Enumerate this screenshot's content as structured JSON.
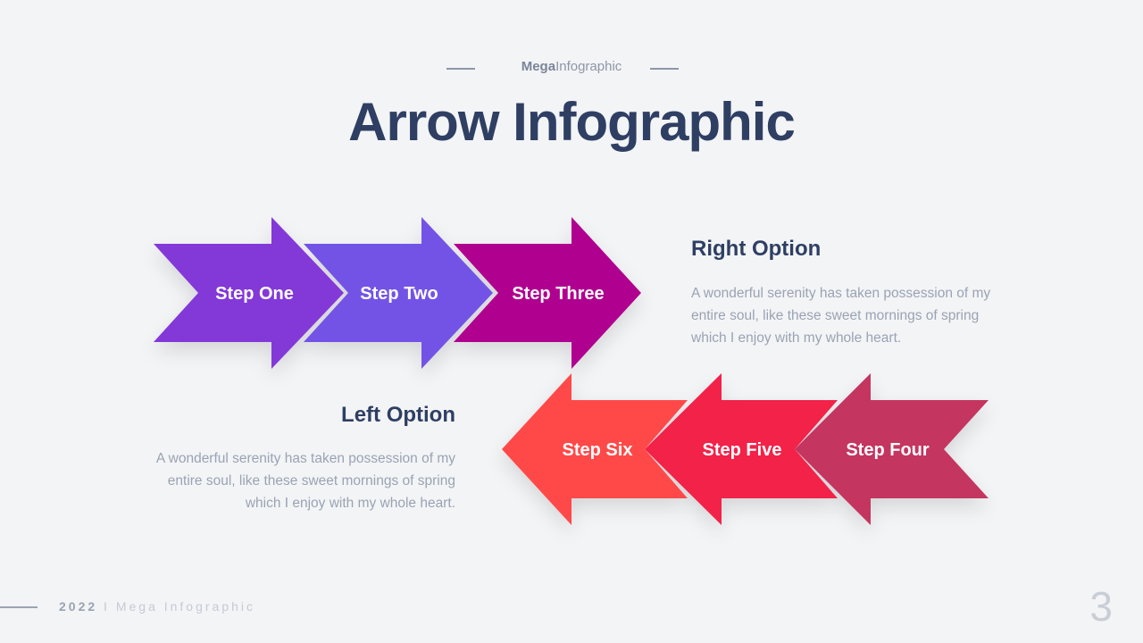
{
  "header": {
    "kicker_bold": "Mega",
    "kicker_rest": "Infographic",
    "title": "Arrow Infographic"
  },
  "steps": [
    {
      "label": "Step One",
      "color": "#8338d8"
    },
    {
      "label": "Step Two",
      "color": "#7352e6"
    },
    {
      "label": "Step Three",
      "color": "#b0058f"
    },
    {
      "label": "Step Four",
      "color": "#c43660"
    },
    {
      "label": "Step Five",
      "color": "#f22348"
    },
    {
      "label": "Step Six",
      "color": "#ff4848"
    }
  ],
  "right_option": {
    "title": "Right Option",
    "text": "A wonderful serenity has taken possession of my entire soul, like these sweet mornings of spring which I enjoy with my whole heart."
  },
  "left_option": {
    "title": "Left Option",
    "text": "A wonderful serenity has taken possession of my entire soul, like these sweet mornings of spring which I enjoy with my whole heart."
  },
  "footer": {
    "year": "2022",
    "separator": "I",
    "brand": "Mega Infographic",
    "page_number": "3"
  }
}
